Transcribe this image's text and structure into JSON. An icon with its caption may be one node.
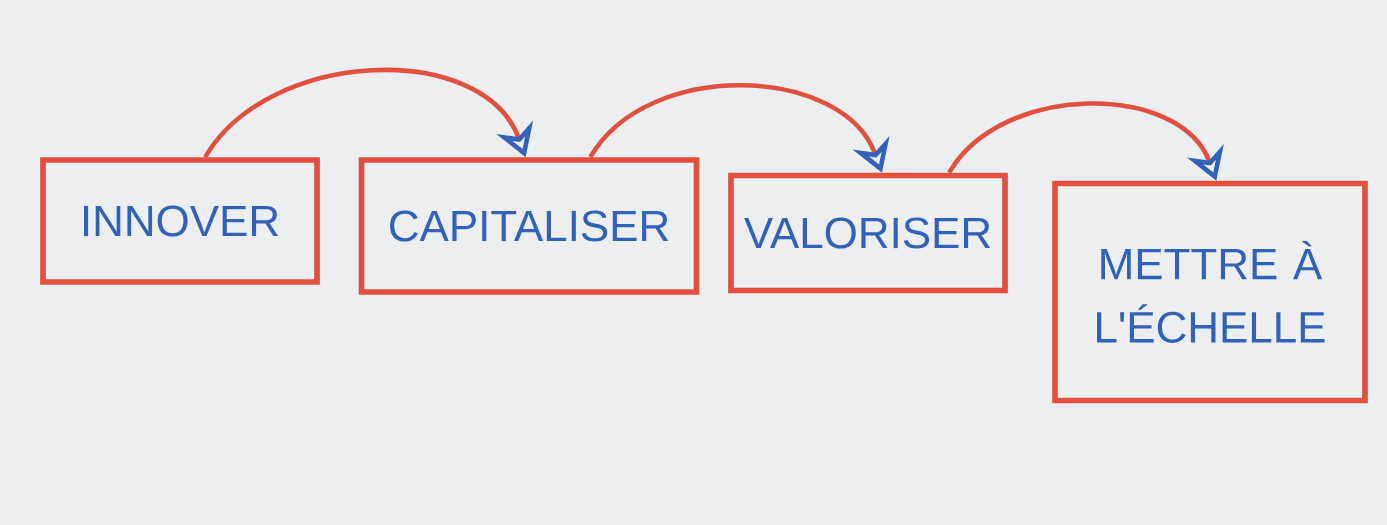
{
  "diagram": {
    "nodes": [
      {
        "text": [
          "INNOVER"
        ]
      },
      {
        "text": [
          "CAPITALISER"
        ]
      },
      {
        "text": [
          "VALORISER"
        ]
      },
      {
        "text": [
          "METTRE À L'ÉCHELLE"
        ]
      }
    ],
    "edges": [
      {
        "from": 0,
        "to": 1,
        "arrow": "to"
      },
      {
        "from": 1,
        "to": 2,
        "arrow": "to"
      },
      {
        "from": 2,
        "to": 3,
        "arrow": "to"
      }
    ]
  }
}
